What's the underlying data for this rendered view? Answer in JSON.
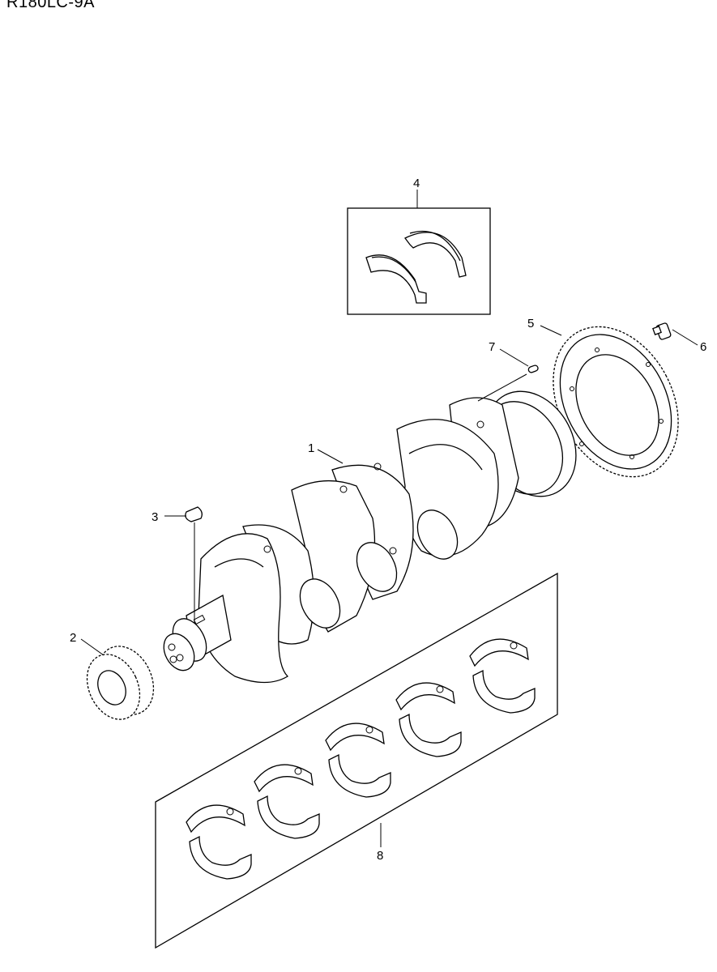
{
  "header": {
    "model": "R180LC-9A"
  },
  "callouts": [
    {
      "id": "1",
      "label": "1"
    },
    {
      "id": "2",
      "label": "2"
    },
    {
      "id": "3",
      "label": "3"
    },
    {
      "id": "4",
      "label": "4"
    },
    {
      "id": "5",
      "label": "5"
    },
    {
      "id": "6",
      "label": "6"
    },
    {
      "id": "7",
      "label": "7"
    },
    {
      "id": "8",
      "label": "8"
    }
  ]
}
